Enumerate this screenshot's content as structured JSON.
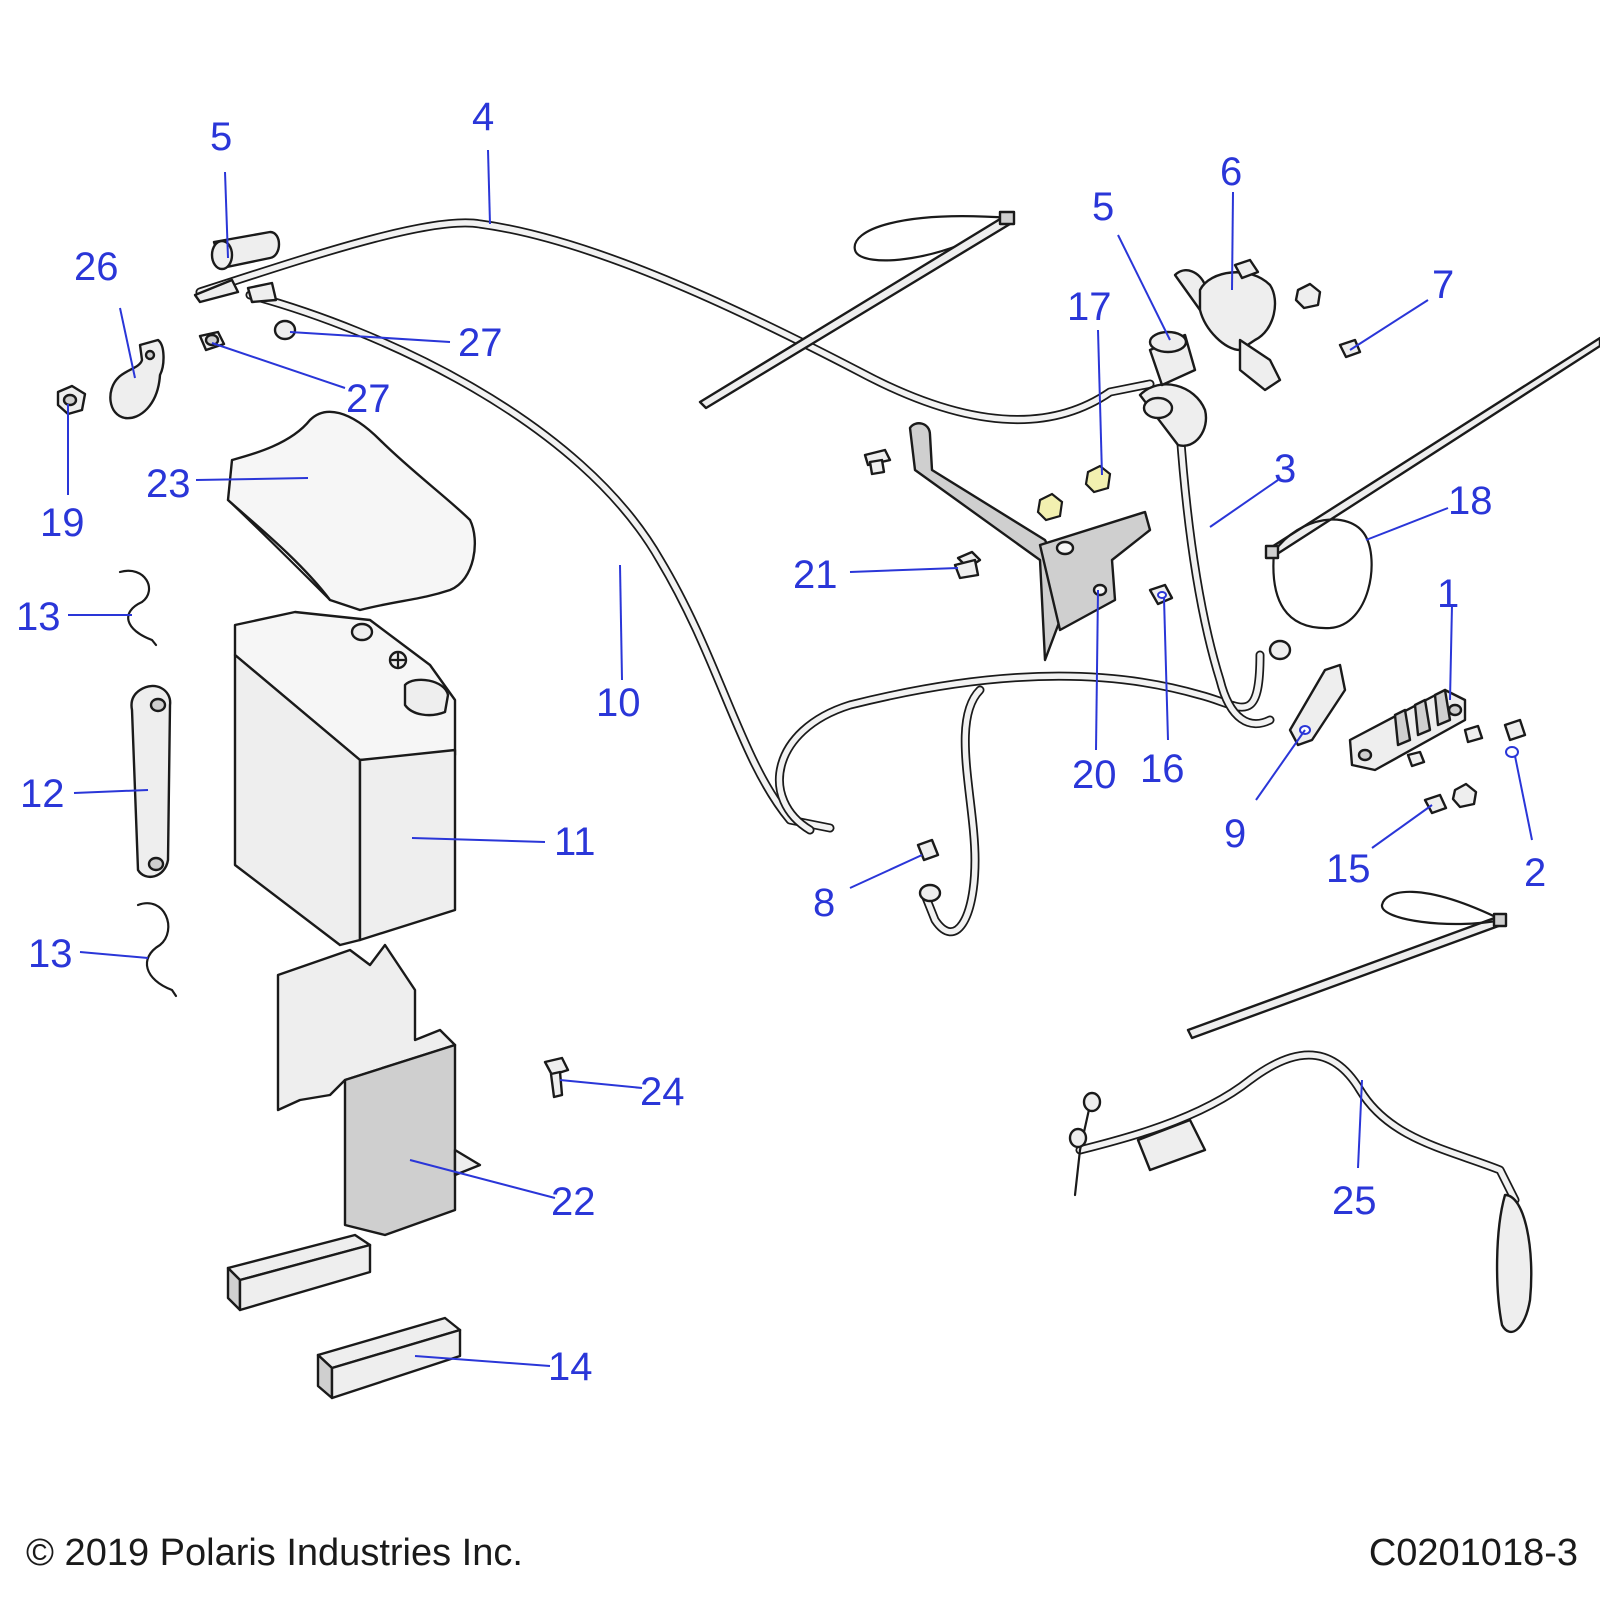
{
  "callouts": {
    "c1": "1",
    "c2": "2",
    "c3": "3",
    "c4": "4",
    "c5a": "5",
    "c5b": "5",
    "c6": "6",
    "c7": "7",
    "c8": "8",
    "c9": "9",
    "c10": "10",
    "c11": "11",
    "c12": "12",
    "c13a": "13",
    "c13b": "13",
    "c14": "14",
    "c15": "15",
    "c16": "16",
    "c17": "17",
    "c18": "18",
    "c19": "19",
    "c20": "20",
    "c21": "21",
    "c22": "22",
    "c23": "23",
    "c24": "24",
    "c25": "25",
    "c26": "26",
    "c27a": "27",
    "c27b": "27"
  },
  "footer": {
    "copyright": "© 2019 Polaris Industries Inc.",
    "code": "C0201018-3"
  },
  "colors": {
    "callout": "#2a36d8",
    "line": "#1a1a1a",
    "part_fill": "#eeeeee",
    "hardware_highlight": "#f2f0b0"
  }
}
